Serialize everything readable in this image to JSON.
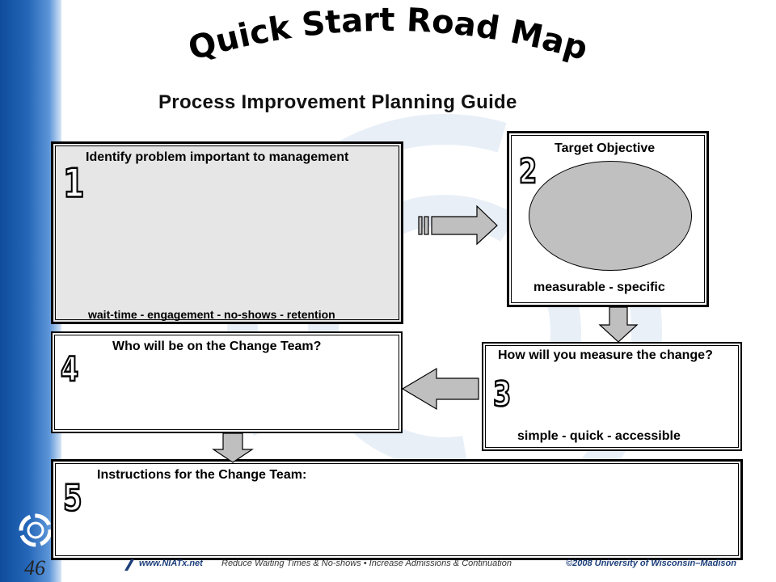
{
  "title": "Quick Start Road Map",
  "subtitle": "Process Improvement Planning Guide",
  "steps": [
    {
      "number": "1",
      "title": "Identify problem important to management",
      "footer": "wait-time  -  engagement  -  no-shows  -  retention"
    },
    {
      "number": "2",
      "title": "Target Objective",
      "footer": "measurable  -  specific"
    },
    {
      "number": "3",
      "title": "How will you measure the change?",
      "footer": "simple  -  quick  -  accessible"
    },
    {
      "number": "4",
      "title": "Who will be on the Change Team?",
      "footer": ""
    },
    {
      "number": "5",
      "title": "Instructions for the Change Team:",
      "footer": ""
    }
  ],
  "footer": {
    "website": "www.NIATx.net",
    "tagline": "Reduce Waiting Times & No-shows  •  Increase Admissions & Continuation",
    "copyright": "©2008 University of Wisconsin–Madison"
  },
  "slide_number": "46",
  "colors": {
    "sidebar_blue": "#1a5bb0",
    "box1_fill": "#e6e6e6",
    "ellipse_fill": "#c0c0c0",
    "arrow_fill": "#bfbfbf",
    "footer_text": "#1d3f7a"
  }
}
